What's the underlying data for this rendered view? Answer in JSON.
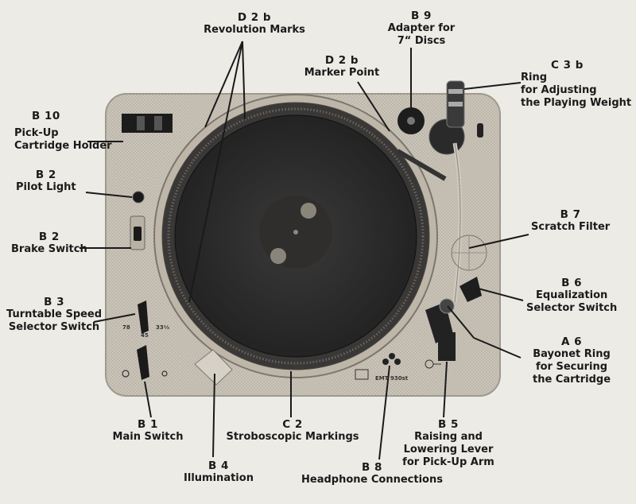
{
  "callouts": [
    {
      "code": "D 2 b",
      "text": "Revolution Marks"
    },
    {
      "code": "B 9",
      "text": "Adapter for\n7“ Discs"
    },
    {
      "code": "D 2 b",
      "text": "Marker Point"
    },
    {
      "code": "C 3 b",
      "text": "Ring\nfor Adjusting\nthe Playing Weight"
    },
    {
      "code": "B 10",
      "text": "Pick-Up\nCartridge Holder"
    },
    {
      "code": "B 2",
      "text": "Pilot Light"
    },
    {
      "code": "B 2",
      "text": "Brake Switch"
    },
    {
      "code": "B 3",
      "text": "Turntable Speed\nSelector Switch"
    },
    {
      "code": "B 7",
      "text": "Scratch Filter"
    },
    {
      "code": "B 6",
      "text": "Equalization\nSelector Switch"
    },
    {
      "code": "A 6",
      "text": "Bayonet Ring\nfor Securing\nthe Cartridge"
    },
    {
      "code": "B 1",
      "text": "Main Switch"
    },
    {
      "code": "C 2",
      "text": "Stroboscopic Markings"
    },
    {
      "code": "B 5",
      "text": "Raising and\nLowering Lever\nfor Pick-Up Arm"
    },
    {
      "code": "B 4",
      "text": "Illumination"
    },
    {
      "code": "B 8",
      "text": "Headphone Connections"
    }
  ],
  "device_marks": {
    "speed_78": "78",
    "speed_45": "45",
    "speed_33": "33⅓",
    "model": "EMT 930st"
  },
  "colors": {
    "ink": "#1a1a1a",
    "plinth": "#c7c1b6",
    "platter": "#2a2a2a",
    "paper": "#ecebe6"
  }
}
